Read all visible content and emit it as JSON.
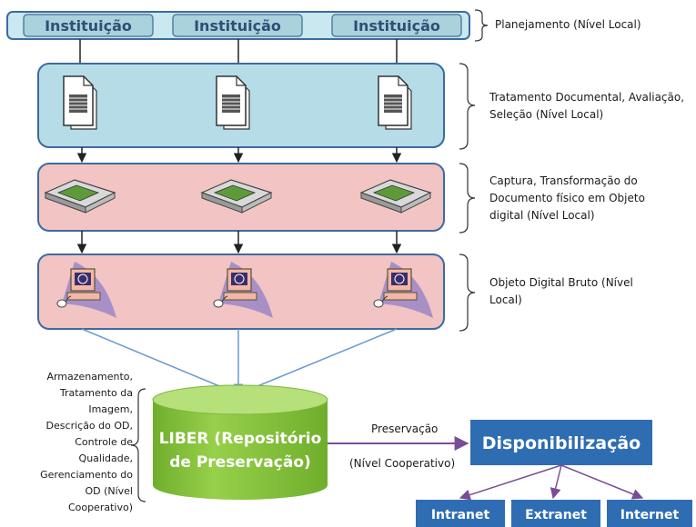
{
  "institutions": [
    "Instituição",
    "Instituição",
    "Instituição"
  ],
  "stage_labels": {
    "planning": [
      "Planejamento (Nível Local)"
    ],
    "treatment": [
      "Tratamento Documental, Avaliação,",
      "Seleção (Nível Local)"
    ],
    "capture": [
      "Captura, Transformação do",
      "Documento físico em Objeto",
      "digital (Nível Local)"
    ],
    "raw_object": [
      "Objeto Digital Bruto (Nível",
      "Local)"
    ]
  },
  "storage_label": [
    "Armazenamento,",
    "Tratamento da",
    "Imagem,",
    "Descrição do OD,",
    "Controle de",
    "Qualidade,",
    "Gerenciamento do",
    "OD (Nível",
    "Cooperativo)"
  ],
  "repository": [
    "LIBER (Repositório",
    "de Preservação)"
  ],
  "preservation": "Preservação",
  "preservation_level": "(Nível Cooperativo)",
  "availability": "Disponibilização",
  "channels": [
    "Intranet",
    "Extranet",
    "Internet"
  ],
  "icons": {
    "document": "document-stack-icon",
    "scanner": "scanner-icon",
    "computer": "computer-icon"
  },
  "colors": {
    "institution_fill": "#c9e8ef",
    "treatment_fill": "#b6dde7",
    "capture_fill": "#f2c4c4",
    "stage_border": "#3e6aa0",
    "repository_fill": "#8cc43f",
    "box_blue": "#2f6db3"
  }
}
